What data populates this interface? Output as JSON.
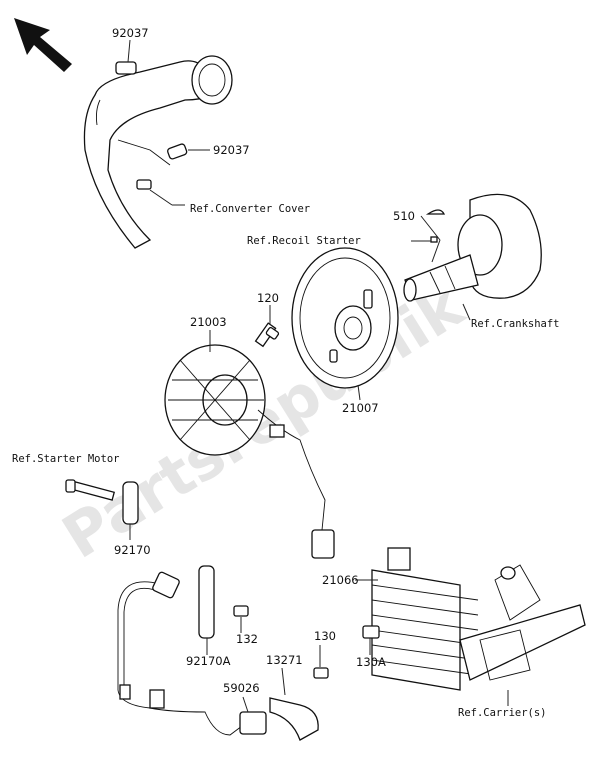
{
  "labels": {
    "part_92037_top": "92037",
    "part_92037_mid": "92037",
    "ref_converter_cover": "Ref.Converter Cover",
    "part_510": "510",
    "ref_recoil_starter": "Ref.Recoil Starter",
    "ref_crankshaft": "Ref.Crankshaft",
    "part_120": "120",
    "part_21003": "21003",
    "part_21007": "21007",
    "ref_starter_motor": "Ref.Starter Motor",
    "part_92170": "92170",
    "part_21066": "21066",
    "part_132": "132",
    "part_92170A": "92170A",
    "part_130": "130",
    "part_13271": "13271",
    "part_130A": "130A",
    "part_59026": "59026",
    "ref_carriers": "Ref.Carrier(s)"
  },
  "watermark": "Partsrepublik",
  "icons": {
    "direction": "front-direction-arrow-icon"
  },
  "colors": {
    "line": "#111111",
    "watermark": "#d0d0d0"
  }
}
